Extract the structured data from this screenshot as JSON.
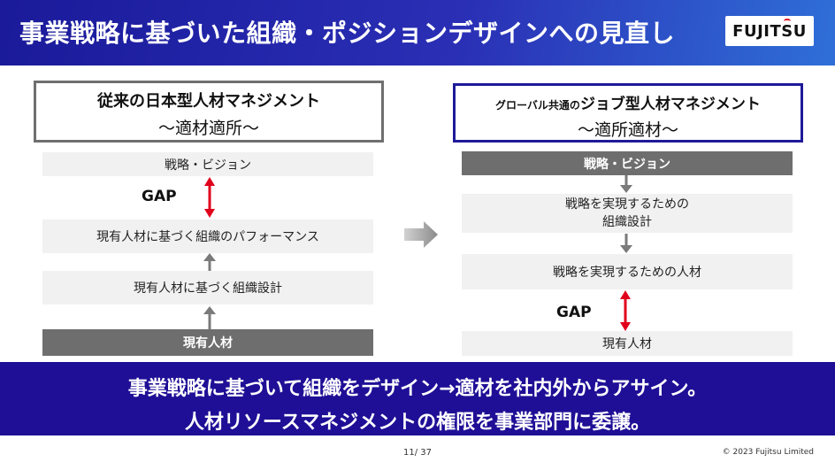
{
  "header": {
    "title": "事業戦略に基づいた組織・ポジションデザインへの見直し",
    "logo": "FUJITSU"
  },
  "left": {
    "title": "従来の日本型人材マネジメント",
    "subtitle": "～適材適所～",
    "bands": {
      "strategy": "戦略・ビジョン",
      "performance": "現有人材に基づく組織のパフォーマンス",
      "org_design": "現有人材に基づく組織設計",
      "talent": "現有人材"
    },
    "gap": "GAP"
  },
  "right": {
    "title_small": "グローバル共通の",
    "title_main": "ジョブ型人材マネジメント",
    "subtitle": "～適所適材～",
    "bands": {
      "strategy": "戦略・ビジョン",
      "org_design_l1": "戦略を実現するための",
      "org_design_l2": "組織設計",
      "talent_needed": "戦略を実現するための人材",
      "talent_current": "現有人材"
    },
    "gap": "GAP"
  },
  "footer": {
    "line1": "事業戦略に基づいて組織をデザイン→適材を社内外からアサイン。",
    "line2": "人材リソースマネジメントの権限を事業部門に委譲。",
    "page": "11/ 37",
    "copyright": "© 2023 Fujitsu Limited"
  },
  "colors": {
    "header_start": "#1a1a9a",
    "header_end": "#2f6fd8",
    "footer_band": "#1f0f96",
    "gap_arrow": "#e0001b",
    "dark_band": "#6e6e6e",
    "light_band": "#f1f1f1",
    "arrow_gray": "#7a7a7a"
  }
}
